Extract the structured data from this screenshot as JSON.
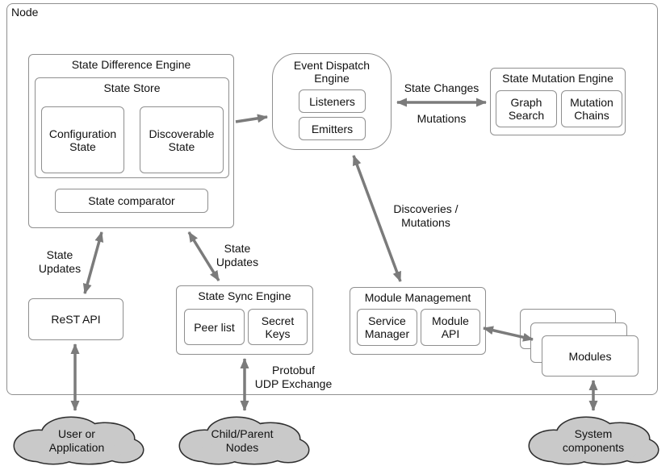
{
  "node": {
    "label": "Node"
  },
  "state_difference_engine": {
    "title": "State Difference Engine",
    "state_store": {
      "title": "State Store",
      "configuration_state": "Configuration\nState",
      "discoverable_state": "Discoverable\nState"
    },
    "state_comparator": "State comparator"
  },
  "event_dispatch_engine": {
    "title": "Event Dispatch\nEngine",
    "listeners": "Listeners",
    "emitters": "Emitters"
  },
  "state_mutation_engine": {
    "title": "State Mutation Engine",
    "graph_search": "Graph\nSearch",
    "mutation_chains": "Mutation\nChains"
  },
  "module_management": {
    "title": "Module Management",
    "service_manager": "Service\nManager",
    "module_api": "Module\nAPI"
  },
  "state_sync_engine": {
    "title": "State Sync Engine",
    "peer_list": "Peer list",
    "secret_keys": "Secret\nKeys"
  },
  "rest_api": {
    "label": "ReST API"
  },
  "modules": {
    "label": "Modules"
  },
  "clouds": {
    "user": "User or\nApplication",
    "child_parent": "Child/Parent\nNodes",
    "system": "System\ncomponents"
  },
  "edge_labels": {
    "state_changes": "State Changes",
    "mutations": "Mutations",
    "discoveries_mutations": "Discoveries /\nMutations",
    "state_updates_left": "State\nUpdates",
    "state_updates_right": "State\nUpdates",
    "protobuf_udp": "Protobuf\nUDP Exchange"
  },
  "colors": {
    "border": "#8f8f8f",
    "arrow": "#7b7b7b",
    "cloud_fill": "#c9c9c9",
    "cloud_stroke": "#2e2e2e",
    "text": "#111111"
  }
}
